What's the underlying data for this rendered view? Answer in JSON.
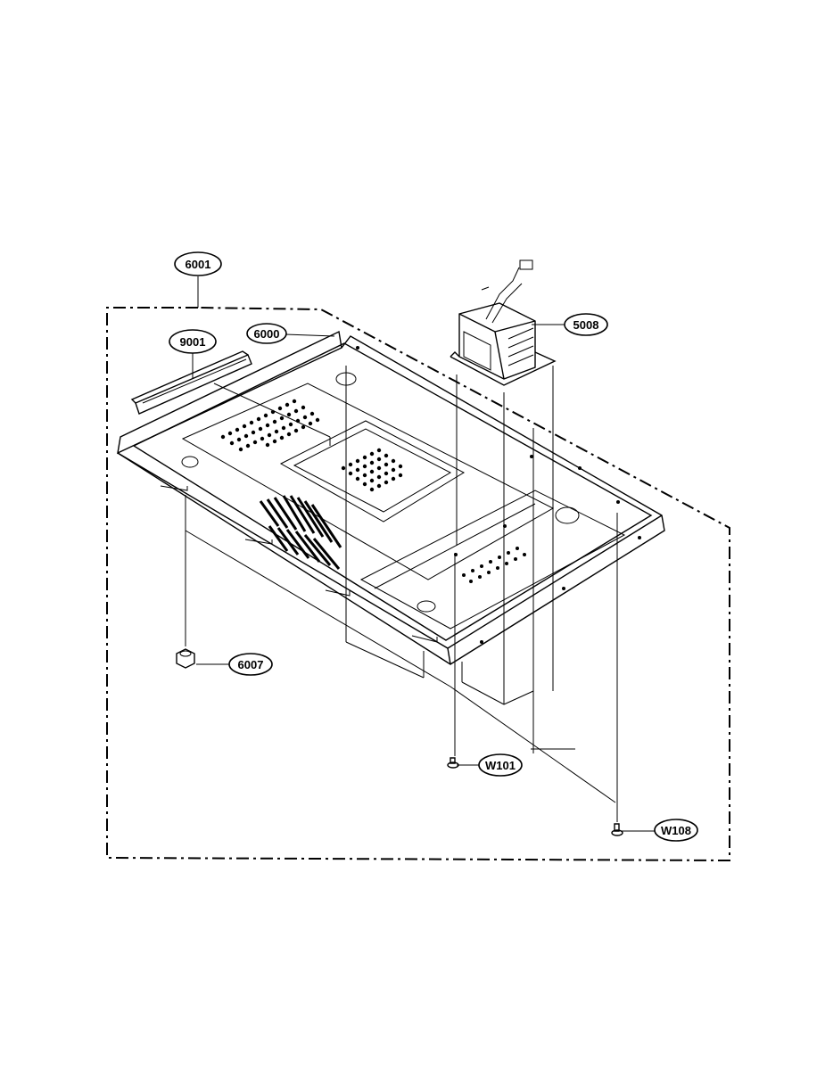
{
  "callouts": {
    "p6001": "6001",
    "p9001": "9001",
    "p6000": "6000",
    "p5008": "5008",
    "p6007": "6007",
    "w101": "W101",
    "w108": "W108"
  }
}
